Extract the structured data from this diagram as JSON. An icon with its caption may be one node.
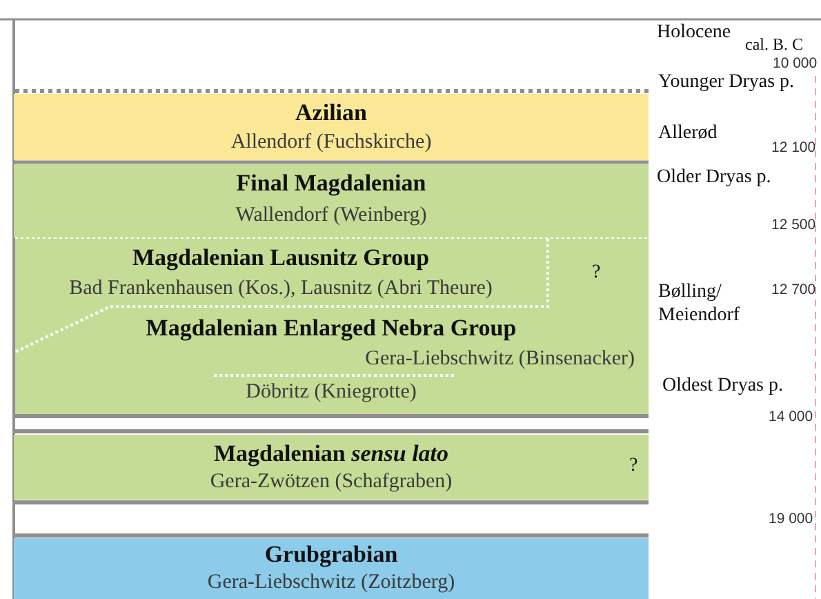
{
  "diagram": {
    "nodes": [
      {
        "text": [
          "Azilian",
          "Allendorf (Fuchskirche)"
        ]
      },
      {
        "text": [
          "Final Magdalenian",
          "Wallendorf (Weinberg)"
        ]
      },
      {
        "text": [
          "Magdalenian Lausnitz Group",
          "Bad Frankenhausen (Kos.), Lausnitz (Abri Theure)"
        ]
      },
      {
        "text": [
          "Magdalenian Enlarged Nebra Group",
          "Gera-Liebschwitz (Binsenacker)",
          "Döbritz (Kniegrotte)"
        ]
      },
      {
        "text": [
          "Magdalenian *sensu lato*",
          "Gera-Zwötzen (Schafgraben)"
        ]
      },
      {
        "text": [
          "Grubgrabian",
          "Gera-Liebschwitz (Zoitzberg)"
        ]
      }
    ],
    "edges": [],
    "labels": [
      "Holocene",
      "cal. B. C",
      "10 000",
      "Younger Dryas p.",
      "Allerød",
      "12 100",
      "Older Dryas p.",
      "12 500",
      "?",
      "Bølling/ Meiendorf",
      "12 700",
      "Oldest Dryas p.",
      "14 000",
      "?",
      "19 000"
    ]
  }
}
